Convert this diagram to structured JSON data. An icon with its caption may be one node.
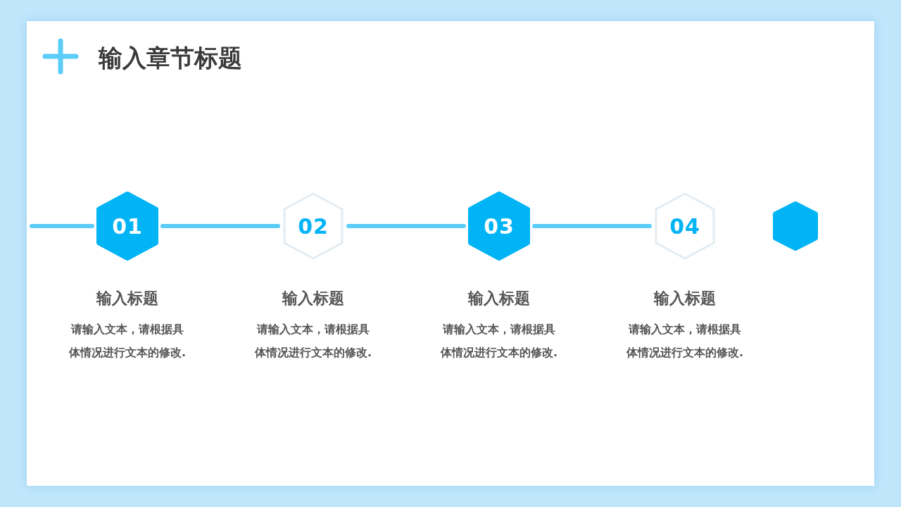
{
  "diagram": {
    "title": "输入章节标题",
    "nodes": [
      {
        "text": [
          "01"
        ],
        "beside": [
          "输入标题",
          "请输入文本，请根据具体情况进行文本的修改."
        ]
      },
      {
        "text": [
          "02"
        ],
        "beside": [
          "输入标题",
          "请输入文本，请根据具体情况进行文本的修改."
        ]
      },
      {
        "text": [
          "03"
        ],
        "beside": [
          "输入标题",
          "请输入文本，请根据具体情况进行文本的修改."
        ]
      },
      {
        "text": [
          "04"
        ],
        "beside": [
          "输入标题",
          "请输入文本，请根据具体情况进行文本的修改."
        ]
      },
      {
        "text": [],
        "shape": "hexagon"
      }
    ],
    "edges": [
      {
        "from": null,
        "to": 0,
        "arrow": "none"
      },
      {
        "from": 0,
        "to": 1,
        "arrow": "none"
      },
      {
        "from": 1,
        "to": 2,
        "arrow": "none"
      },
      {
        "from": 2,
        "to": 3,
        "arrow": "none"
      }
    ]
  }
}
